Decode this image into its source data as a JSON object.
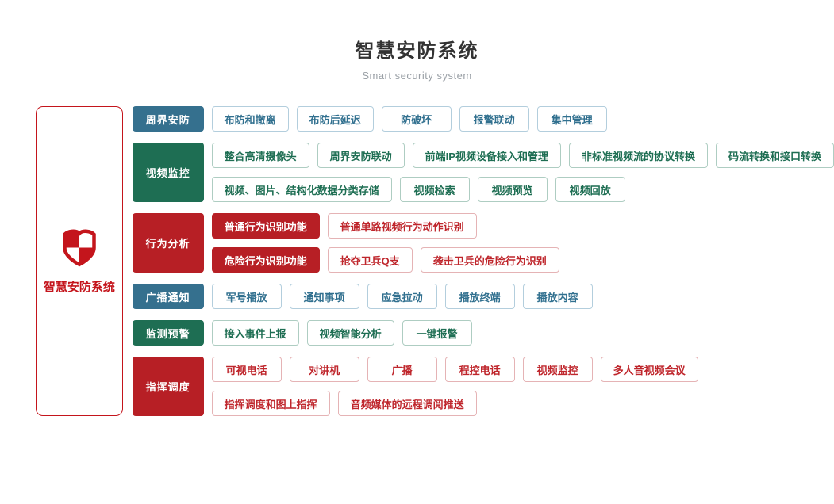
{
  "page": {
    "title": "智慧安防系统",
    "subtitle": "Smart security system"
  },
  "root": {
    "label": "智慧安防系统",
    "icon": "shield-checkered-icon"
  },
  "colors": {
    "blue": "#35708e",
    "green": "#1e6e53",
    "red": "#b71f25",
    "root_red": "#c4151c",
    "title_color": "#333333",
    "subtitle_color": "#9aa0a6"
  },
  "categories": [
    {
      "label": "周界安防",
      "color": "blue",
      "lines": [
        [
          {
            "label": "布防和撤离"
          },
          {
            "label": "布防后延迟"
          },
          {
            "label": "防破坏"
          },
          {
            "label": "报警联动"
          },
          {
            "label": "集中管理"
          }
        ]
      ]
    },
    {
      "label": "视频监控",
      "color": "green",
      "lines": [
        [
          {
            "label": "整合高清摄像头"
          },
          {
            "label": "周界安防联动"
          },
          {
            "label": "前端IP视频设备接入和管理"
          },
          {
            "label": "非标准视频流的协议转换"
          },
          {
            "label": "码流转换和接口转换"
          }
        ],
        [
          {
            "label": "视频、图片、结构化数据分类存储"
          },
          {
            "label": "视频检索"
          },
          {
            "label": "视频预览"
          },
          {
            "label": "视频回放"
          }
        ]
      ]
    },
    {
      "label": "行为分析",
      "color": "red",
      "lines": [
        [
          {
            "label": "普通行为识别功能",
            "variant": "solid"
          },
          {
            "label": "普通单路视频行为动作识别"
          }
        ],
        [
          {
            "label": "危险行为识别功能",
            "variant": "solid"
          },
          {
            "label": "抢夺卫兵Q支"
          },
          {
            "label": "袭击卫兵的危险行为识别"
          }
        ]
      ]
    },
    {
      "label": "广播通知",
      "color": "blue",
      "lines": [
        [
          {
            "label": "军号播放"
          },
          {
            "label": "通知事项"
          },
          {
            "label": "应急拉动"
          },
          {
            "label": "播放终端"
          },
          {
            "label": "播放内容"
          }
        ]
      ]
    },
    {
      "label": "监测预警",
      "color": "green",
      "lines": [
        [
          {
            "label": "接入事件上报"
          },
          {
            "label": "视频智能分析"
          },
          {
            "label": "一键报警"
          }
        ]
      ]
    },
    {
      "label": "指挥调度",
      "color": "red",
      "lines": [
        [
          {
            "label": "可视电话"
          },
          {
            "label": "对讲机"
          },
          {
            "label": "广播"
          },
          {
            "label": "程控电话"
          },
          {
            "label": "视频监控"
          },
          {
            "label": "多人音视频会议"
          }
        ],
        [
          {
            "label": "指挥调度和图上指挥"
          },
          {
            "label": "音频媒体的远程调阅推送"
          }
        ]
      ]
    }
  ]
}
